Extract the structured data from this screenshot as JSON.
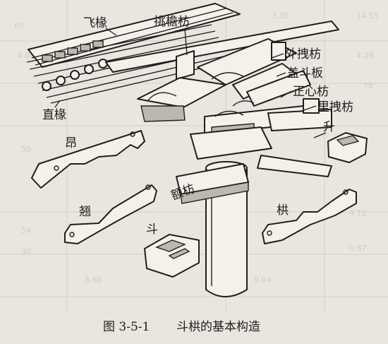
{
  "labels": {
    "fei_chuan": "飞椽",
    "tiao_yan_fang": "挑檐枋",
    "wai_zhuai_fang": "外拽枋",
    "gai_dou_ban": "盖斗板",
    "zheng_xin_fang": "正心枋",
    "li_zhuai_fang": "里拽枋",
    "zhi_chuan": "直椽",
    "sheng": "升",
    "ang": "昂",
    "e_fang": "额枋",
    "qiao": "翘",
    "gong": "栱",
    "dou": "斗"
  },
  "caption": {
    "figure_number": "图 3-5-1",
    "title": "斗栱的基本构造"
  },
  "background_numbers": [
    "65",
    "3.30",
    "14.55",
    "4.04",
    "4.29",
    "78",
    "54",
    "30",
    "4.12",
    "0.87",
    "50",
    "8.60",
    "9.04"
  ]
}
